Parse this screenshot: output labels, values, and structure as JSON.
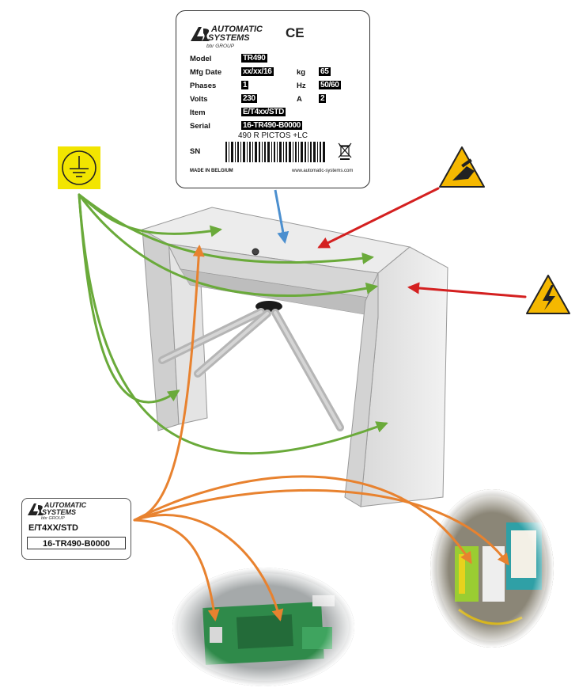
{
  "nameplate": {
    "brand_line1": "AUTOMATIC",
    "brand_line2": "SYSTEMS",
    "group": "bbr GROUP",
    "ce_mark": "CE",
    "rows": [
      {
        "label": "Model",
        "value": "TR490"
      },
      {
        "label": "Mfg Date",
        "value": "xx/xx/16"
      },
      {
        "label": "Phases",
        "value": "1"
      },
      {
        "label": "Volts",
        "value": "230"
      },
      {
        "label": "Item",
        "value": "E/T4xx/STD"
      },
      {
        "label": "Serial",
        "value": "16-TR490-B0000"
      }
    ],
    "right_rows": [
      {
        "label": "kg",
        "value": "65"
      },
      {
        "label": "Hz",
        "value": "50/60"
      },
      {
        "label": "A",
        "value": "2"
      }
    ],
    "description": "490 R PICTOS +LC",
    "sn_label": "SN",
    "made_in": "MADE IN BELGIUM",
    "website": "www.automatic-systems.com"
  },
  "small_label": {
    "brand_line1": "AUTOMATIC",
    "brand_line2": "SYSTEMS",
    "group": "bbr GROUP",
    "item": "E/T4XX/STD",
    "serial": "16-TR490-B0000"
  },
  "icons": {
    "ground": "ground-symbol-icon",
    "hand_hazard": "hand-crush-warning-icon",
    "electric_hazard": "high-voltage-warning-icon",
    "recycle": "crossed-out-bin-icon"
  },
  "colors": {
    "ground_arrows": "#6aaa3a",
    "label_arrows": "#e8822f",
    "hazard_arrows": "#d42020",
    "nameplate_arrow": "#4b8fcf",
    "warning_yellow": "#f5b800",
    "ground_yellow": "#f2e500"
  }
}
